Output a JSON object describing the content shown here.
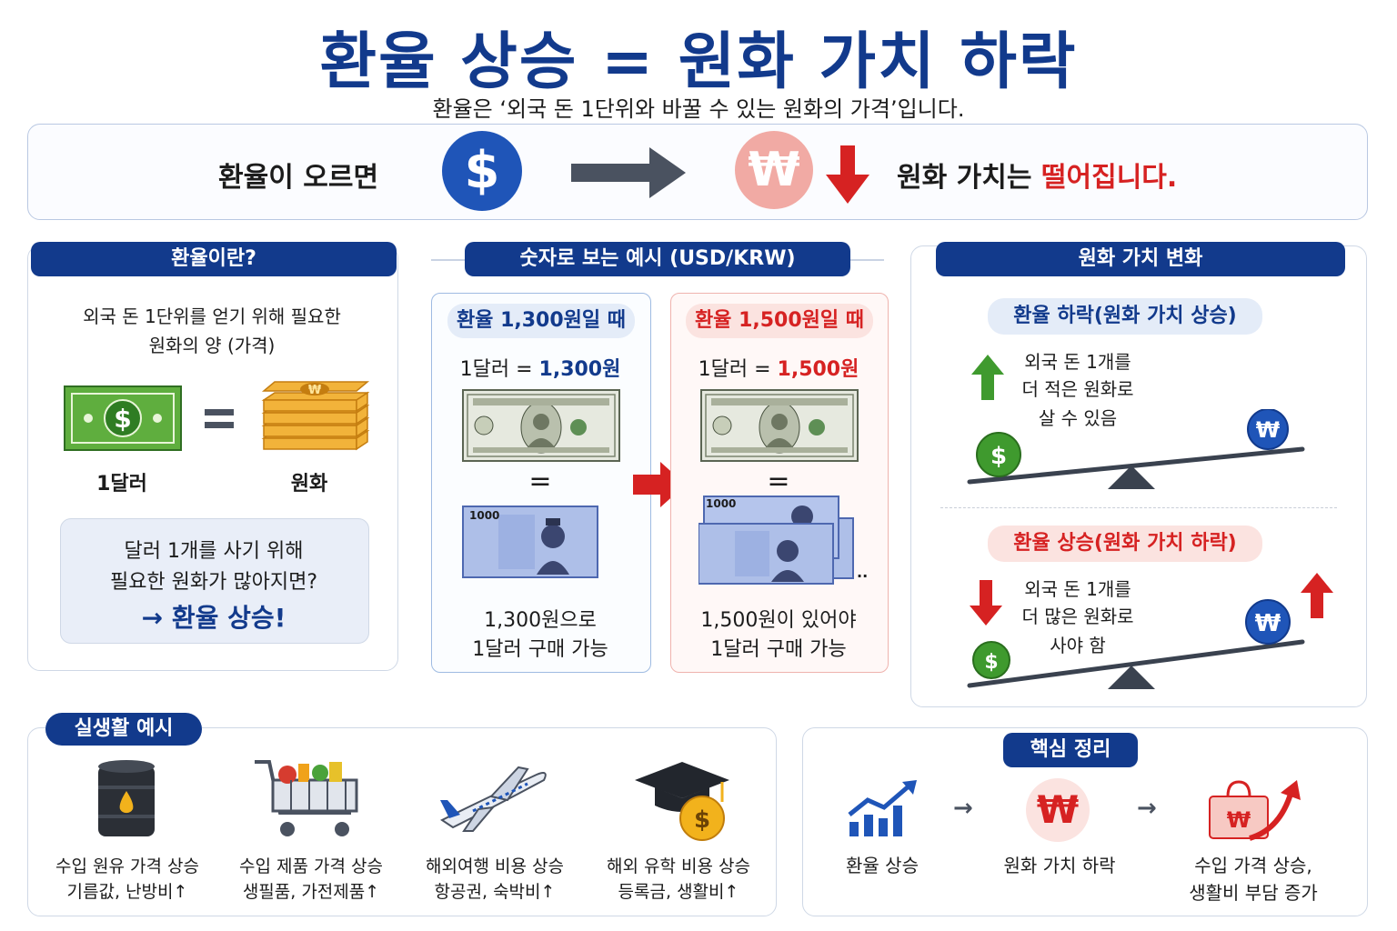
{
  "title": "환율 상승 = 원화 가치 하락",
  "subtitle": "환율은 ‘외국 돈 1단위와 바꿀 수 있는 원화의 가격’입니다.",
  "banner": {
    "left_text": "환율이 오르면",
    "right_text_prefix": "원화 가치는 ",
    "right_text_highlight": "떨어집니다.",
    "dollar_symbol": "$",
    "won_symbol": "₩"
  },
  "definition": {
    "header": "환율이란?",
    "desc_line1": "외국 돈 1단위를 얻기 위해 필요한",
    "desc_line2": "원화의 양 (가격)",
    "dollar_label": "1달러",
    "won_label": "원화",
    "callout_line1": "달러 1개를 사기 위해",
    "callout_line2": "필요한 원화가 많아지면?",
    "callout_result": "→ 환율 상승!"
  },
  "example": {
    "header": "숫자로 보는 예시 (USD/KRW)",
    "left": {
      "tag": "환율 1,300원일 때",
      "equation_prefix": "1달러 = ",
      "equation_value": "1,300원",
      "equals": "=",
      "bill_number": "1000",
      "caption_line1": "1,300원으로",
      "caption_line2": "1달러 구매 가능"
    },
    "right": {
      "tag": "환율 1,500원일 때",
      "equation_prefix": "1달러 = ",
      "equation_value": "1,500원",
      "equals": "=",
      "bill_number": "1000",
      "ellipsis": "..",
      "caption_line1": "1,500원이 있어야",
      "caption_line2": "1달러 구매 가능"
    }
  },
  "value_change": {
    "header": "원화 가치 변화",
    "down": {
      "tag": "환율 하락(원화 가치 상승)",
      "line1": "외국 돈 1개를",
      "line2": "더 적은 원화로",
      "line3": "살 수 있음"
    },
    "up": {
      "tag": "환율 상승(원화 가치 하락)",
      "line1": "외국 돈 1개를",
      "line2": "더 많은 원화로",
      "line3": "사야 함"
    },
    "dollar_symbol": "$",
    "won_symbol": "₩"
  },
  "real_life": {
    "header": "실생활 예시",
    "items": [
      {
        "line1": "수입 원유 가격 상승",
        "line2": "기름값, 난방비↑",
        "icon": "oil-barrel-icon"
      },
      {
        "line1": "수입 제품 가격 상승",
        "line2": "생필품, 가전제품↑",
        "icon": "shopping-cart-icon"
      },
      {
        "line1": "해외여행 비용 상승",
        "line2": "항공권, 숙박비↑",
        "icon": "airplane-icon"
      },
      {
        "line1": "해외 유학 비용 상승",
        "line2": "등록금, 생활비↑",
        "icon": "graduation-cap-icon"
      }
    ]
  },
  "summary": {
    "header": "핵심 정리",
    "step1": "환율 상승",
    "step2": "원화 가치 하락",
    "step3_line1": "수입 가격 상승,",
    "step3_line2": "생활비 부담 증가",
    "arrow": "→"
  },
  "colors": {
    "navy": "#123a8c",
    "red": "#d62222",
    "green": "#3f9a2e",
    "coin_blue": "#1f55b8"
  }
}
